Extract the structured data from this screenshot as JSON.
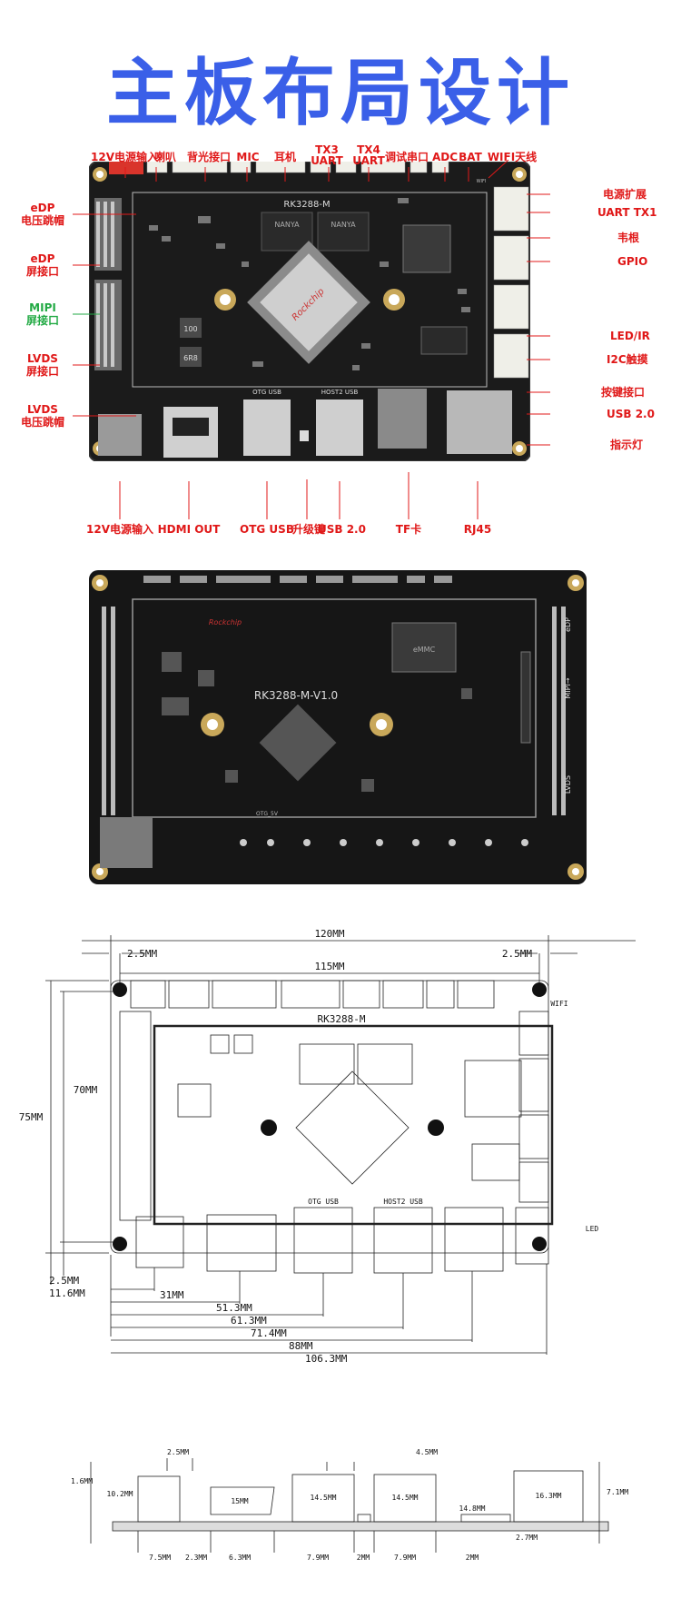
{
  "title": "主板布局设计",
  "top_labels": {
    "power_in_12v": "12V电源输入",
    "speaker": "喇叭",
    "backlight": "背光接口",
    "mic": "MIC",
    "earphone": "耳机",
    "tx3": "TX3",
    "tx3_uart": "UART",
    "tx4": "TX4",
    "tx4_uart": "UART",
    "debug_serial": "调试串口",
    "adc": "ADC",
    "bat": "BAT",
    "wifi": "WIFI天线"
  },
  "left_labels": {
    "edp_jumper_1": "eDP",
    "edp_jumper_2": "电压跳帽",
    "edp_port_1": "eDP",
    "edp_port_2": "屏接口",
    "mipi_1": "MIPI",
    "mipi_2": "屏接口",
    "lvds_port_1": "LVDS",
    "lvds_port_2": "屏接口",
    "lvds_jumper_1": "LVDS",
    "lvds_jumper_2": "电压跳帽"
  },
  "right_labels": {
    "power_ext": "电源扩展",
    "uart_tx1": "UART  TX1",
    "wiegand": "韦根",
    "gpio": "GPIO",
    "led_ir": "LED/IR",
    "i2c_touch": "I2C触摸",
    "key": "按键接口",
    "usb20": "USB 2.0",
    "indicator": "指示灯"
  },
  "bottom_labels": {
    "power_in": "12V电源输入",
    "hdmi": "HDMI OUT",
    "otg": "OTG USB",
    "upgrade": "升级键",
    "usb": "USB 2.0",
    "tf": "TF卡",
    "rj45": "RJ45"
  },
  "board_top_silk": {
    "model": "RK3288-M",
    "otg": "OTG USB",
    "host2": "HOST2 USB",
    "chip_brand": "Rockchip",
    "mem1": "NANYA",
    "mem2": "NANYA",
    "inductor1": "100",
    "inductor2": "6R8",
    "wifi_silk": "WIFI"
  },
  "board_back_silk": {
    "model": "RK3288-M-V1.0",
    "brand": "Rockchip",
    "edp": "eDP",
    "mipi": "MIPI→",
    "lvds": "LVDS",
    "emmc": "eMMC",
    "otg": "OTG_5V"
  },
  "drawing": {
    "w120": "120MM",
    "w115": "115MM",
    "m25l": "2.5MM",
    "m25r": "2.5MM",
    "h75": "75MM",
    "h70": "70MM",
    "b25": "2.5MM",
    "b116": "11.6MM",
    "d31": "31MM",
    "d513": "51.3MM",
    "d613": "61.3MM",
    "d714": "71.4MM",
    "d88": "88MM",
    "d1063": "106.3MM",
    "model": "RK3288-M",
    "otg": "OTG USB",
    "host2": "HOST2 USB",
    "wifi": "WIFI",
    "led": "LED"
  },
  "side_view": {
    "t16": "1.6MM",
    "t25": "2.5MM",
    "t45": "4.5MM",
    "t71": "7.1MM",
    "h102": "10.2MM",
    "h15": "15MM",
    "h145a": "14.5MM",
    "h145b": "14.5MM",
    "h163": "16.3MM",
    "h148": "14.8MM",
    "h27": "2.7MM",
    "b75": "7.5MM",
    "b23": "2.3MM",
    "b63": "6.3MM",
    "b79a": "7.9MM",
    "b2a": "2MM",
    "b79b": "7.9MM",
    "b2b": "2MM"
  }
}
